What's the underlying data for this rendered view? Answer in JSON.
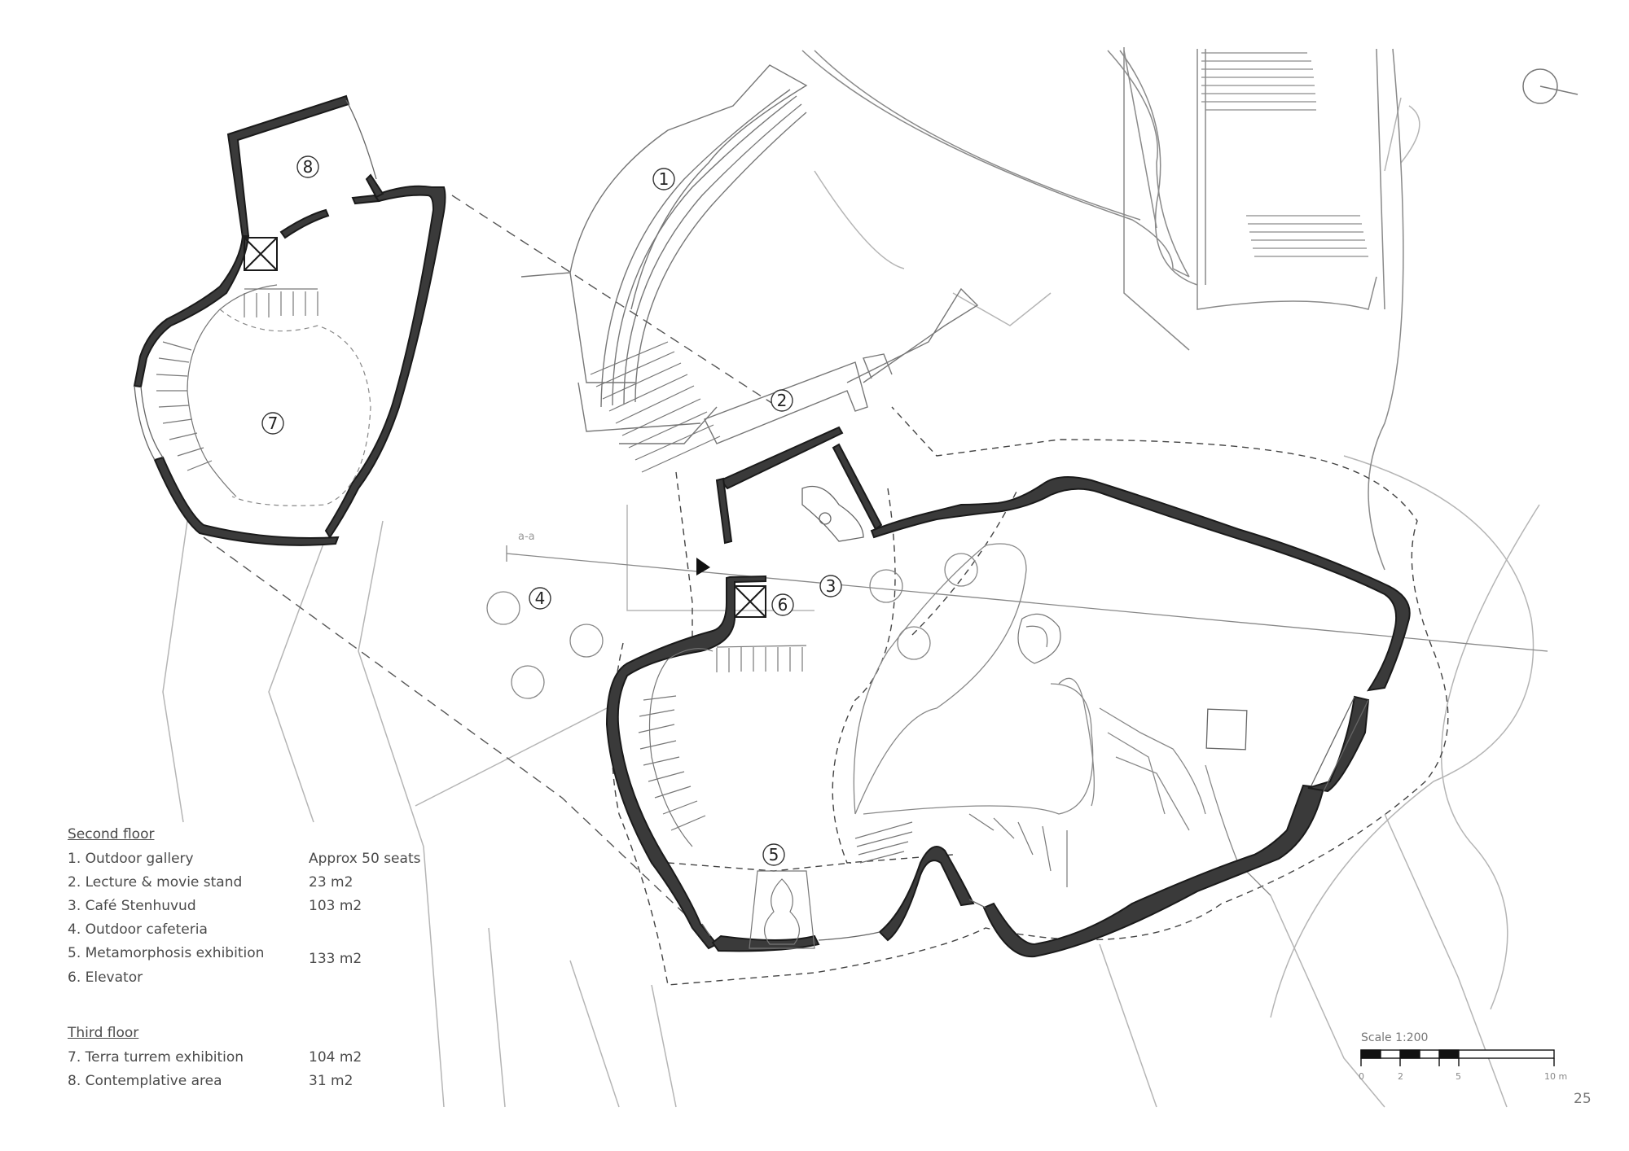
{
  "plan": {
    "room_numbers": [
      "1",
      "2",
      "3",
      "4",
      "5",
      "6",
      "7",
      "8"
    ],
    "section_mark": "a-a"
  },
  "legend": {
    "second_floor": {
      "heading": "Second floor",
      "items": [
        {
          "label": "1. Outdoor gallery",
          "value": "Approx 50 seats"
        },
        {
          "label": "2. Lecture & movie stand",
          "value": "23 m2"
        },
        {
          "label": "3. Café Stenhuvud",
          "value": "103 m2"
        },
        {
          "label": "4. Outdoor cafeteria",
          "value": ""
        },
        {
          "label": "5. Metamorphosis exhibition",
          "value": "133 m2"
        },
        {
          "label": "6. Elevator",
          "value": ""
        }
      ]
    },
    "third_floor": {
      "heading": "Third floor",
      "items": [
        {
          "label": "7. Terra turrem exhibition",
          "value": "104 m2"
        },
        {
          "label": "8. Contemplative area",
          "value": "31 m2"
        }
      ]
    }
  },
  "scale": {
    "label": "Scale 1:200",
    "ticks": [
      "0",
      "2",
      "5",
      "10 m"
    ]
  },
  "page_number": "25",
  "colors": {
    "wall": "#3a3a3a",
    "line": "#9a9a9a",
    "text": "#4a4a4a"
  }
}
